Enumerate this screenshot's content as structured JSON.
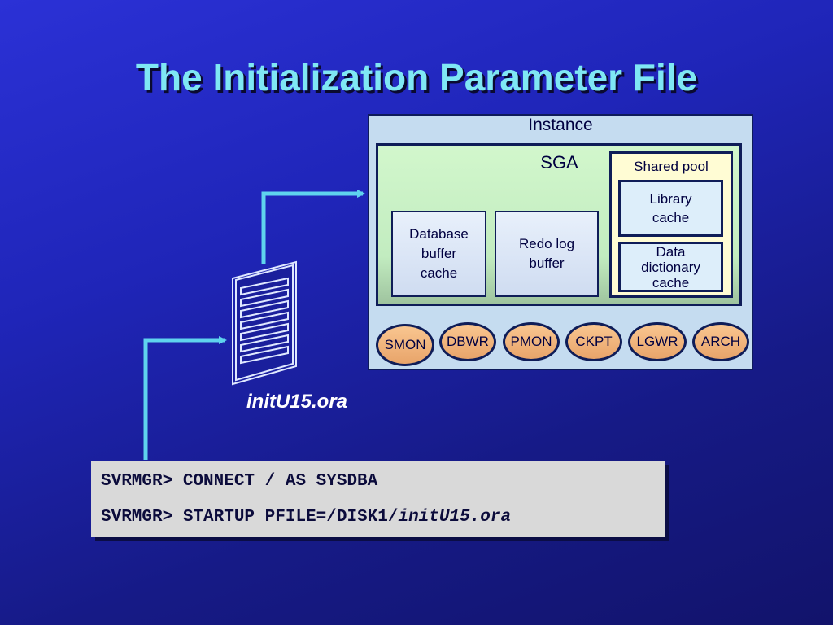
{
  "slide": {
    "title": "The Initialization Parameter File"
  },
  "instance": {
    "label": "Instance",
    "sga": {
      "label": "SGA",
      "database_buffer_cache": "Database buffer cache",
      "redo_log_buffer": "Redo log buffer",
      "shared_pool": {
        "label": "Shared pool",
        "library_cache": "Library cache",
        "data_dictionary_cache": "Data dictionary cache"
      }
    },
    "processes": [
      "SMON",
      "DBWR",
      "PMON",
      "CKPT",
      "LGWR",
      "ARCH"
    ]
  },
  "file": {
    "caption": "initU15.ora"
  },
  "commands": {
    "line1": "SVRMGR> CONNECT / AS SYSDBA",
    "line2_prefix": "SVRMGR> STARTUP PFILE=/DISK1/",
    "line2_file": "initU15.ora"
  },
  "colors": {
    "title": "#7fe7f4",
    "arrow": "#5fd3ee",
    "background": "#1f25b8",
    "instance": "#c5dcf0",
    "sga": "#c2ecc0",
    "shared_pool": "#fffcd4",
    "process": "#f0b47a"
  }
}
